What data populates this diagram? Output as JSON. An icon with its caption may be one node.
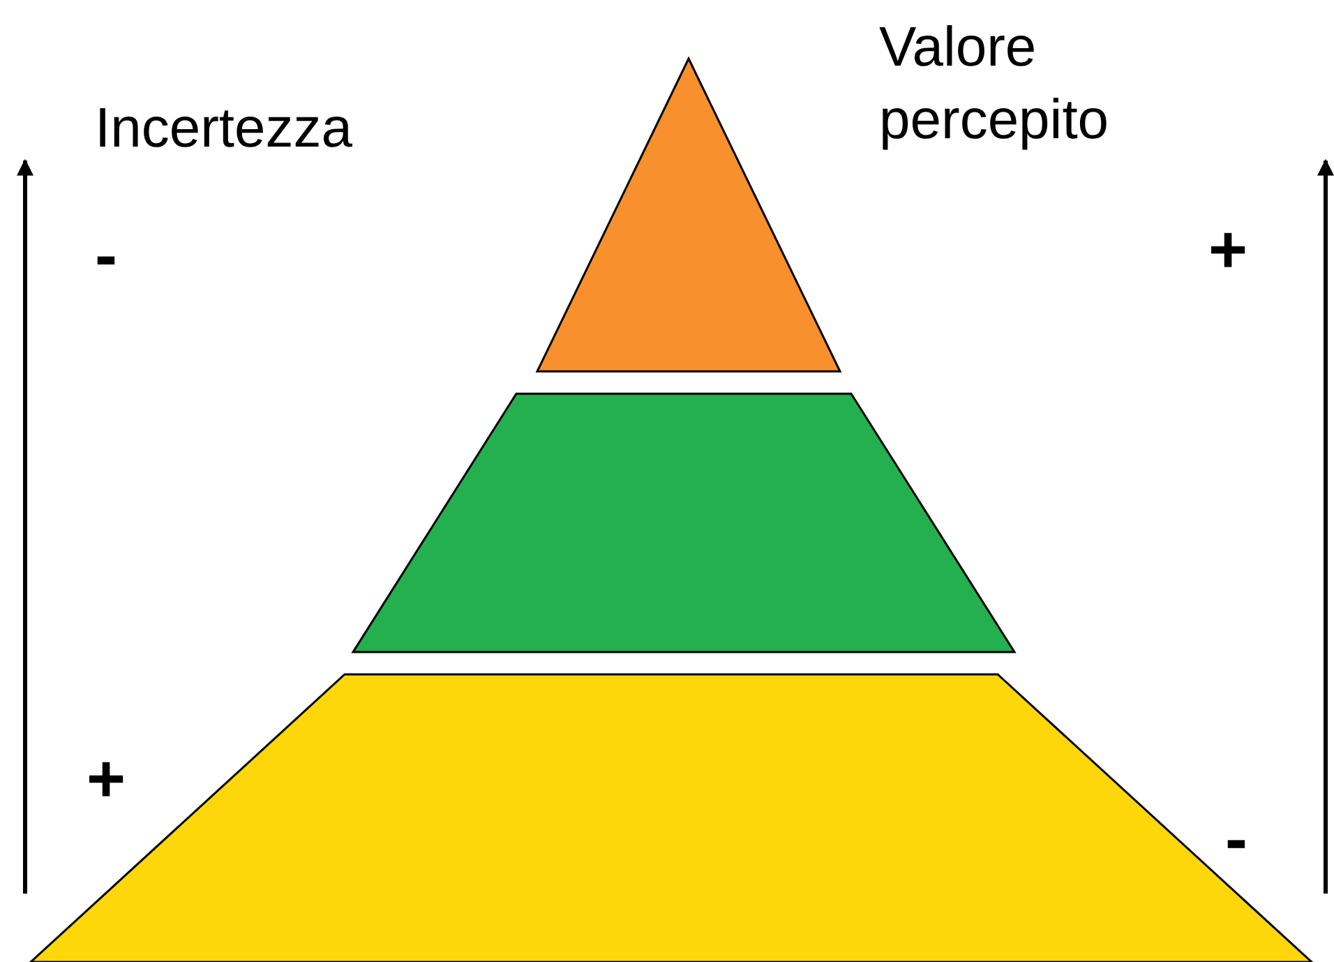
{
  "diagram": {
    "nodes": [
      {
        "text": [],
        "shape": "triangle"
      },
      {
        "text": [],
        "shape": "trapezoid"
      },
      {
        "text": [],
        "shape": "trapezoid"
      }
    ],
    "labels": [
      "Incertezza",
      "Valore percepito",
      "-",
      "+",
      "+",
      "-"
    ]
  }
}
